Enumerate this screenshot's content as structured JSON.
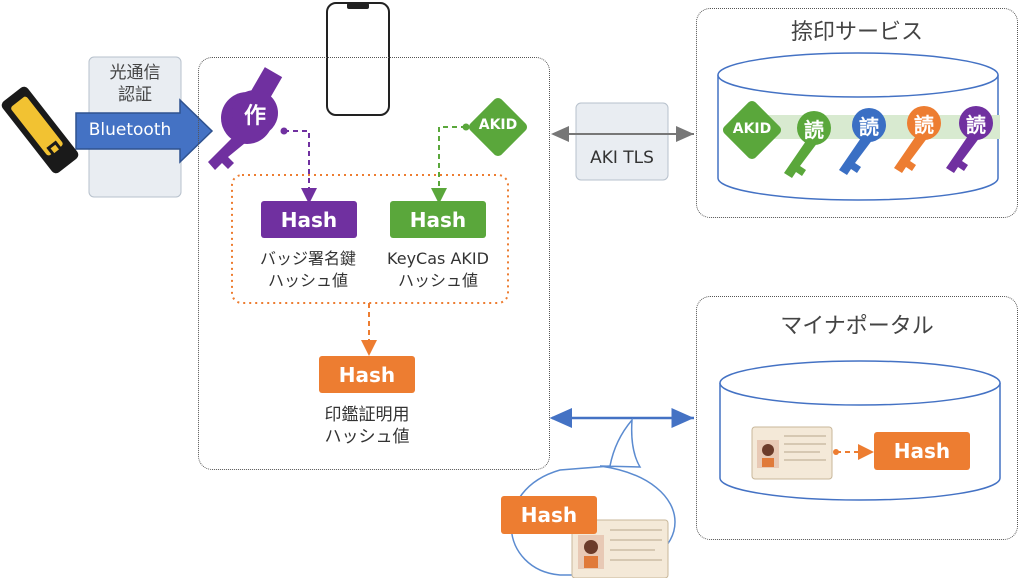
{
  "light_auth_label": "光通信\n認証",
  "bluetooth_label": "Bluetooth",
  "key_saku_glyph": "作",
  "akid_glyph": "AKID",
  "hash_purple": "Hash",
  "hash_green": "Hash",
  "badge_key_hash_label": "バッジ署名鍵\nハッシュ値",
  "keycas_hash_label": "KeyCas AKID\nハッシュ値",
  "hash_orange": "Hash",
  "seal_cert_hash_label": "印鑑証明用\nハッシュ値",
  "aki_tls_label": "AKI TLS",
  "stamp_service_title": "捺印サービス",
  "read_glyph": "読",
  "myna_portal_title": "マイナポータル",
  "hash_portal": "Hash",
  "hash_bubble": "Hash",
  "colors": {
    "purple": "#7030a0",
    "green": "#5aa73b",
    "blue": "#3a6fc4",
    "orange": "#ed7d31",
    "arrow_blue": "#4472c4"
  }
}
